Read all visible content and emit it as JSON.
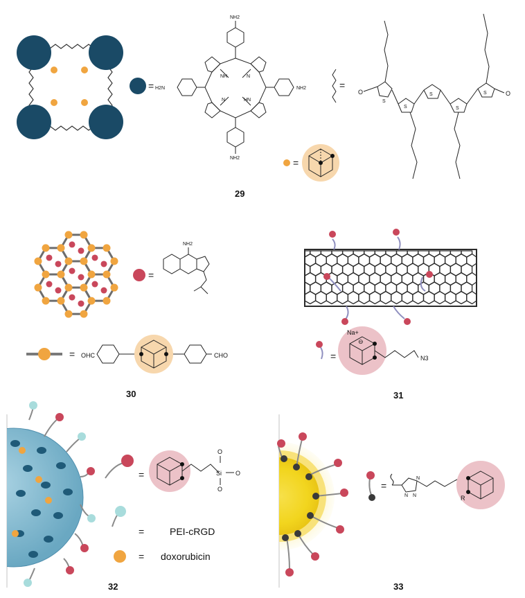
{
  "colors": {
    "porphyrin_node": "#1a4a66",
    "carborane_dot": "#f0a540",
    "carborane_halo": "#f7d7ad",
    "drug_dot": "#c9475b",
    "linker_purple": "#8f8fbf",
    "anion_halo": "#ecc2c8",
    "silica": "#8cc0d6",
    "silica_dark": "#1f5a78",
    "cyan_dot": "#a8dcdc",
    "gold": "#f2d51e",
    "gold_glow": "#fbeea2",
    "black_dot": "#3a3a3a",
    "bond": "#222222"
  },
  "labels": {
    "c29": "29",
    "c30": "30",
    "c31": "31",
    "c32": "32",
    "c33": "33"
  },
  "chem": {
    "nh2": "NH2",
    "h2n": "H2N",
    "nh": "NH",
    "hn": "HN",
    "n": "N",
    "s": "S",
    "o": "O",
    "ohc": "OHC",
    "cho": "CHO",
    "na": "Na+",
    "minus": "⊖",
    "n3": "N3",
    "si": "Si",
    "r": "R"
  },
  "legend": {
    "equals": "=",
    "pei": "PEI-cRGD",
    "dox": "doxorubicin"
  }
}
